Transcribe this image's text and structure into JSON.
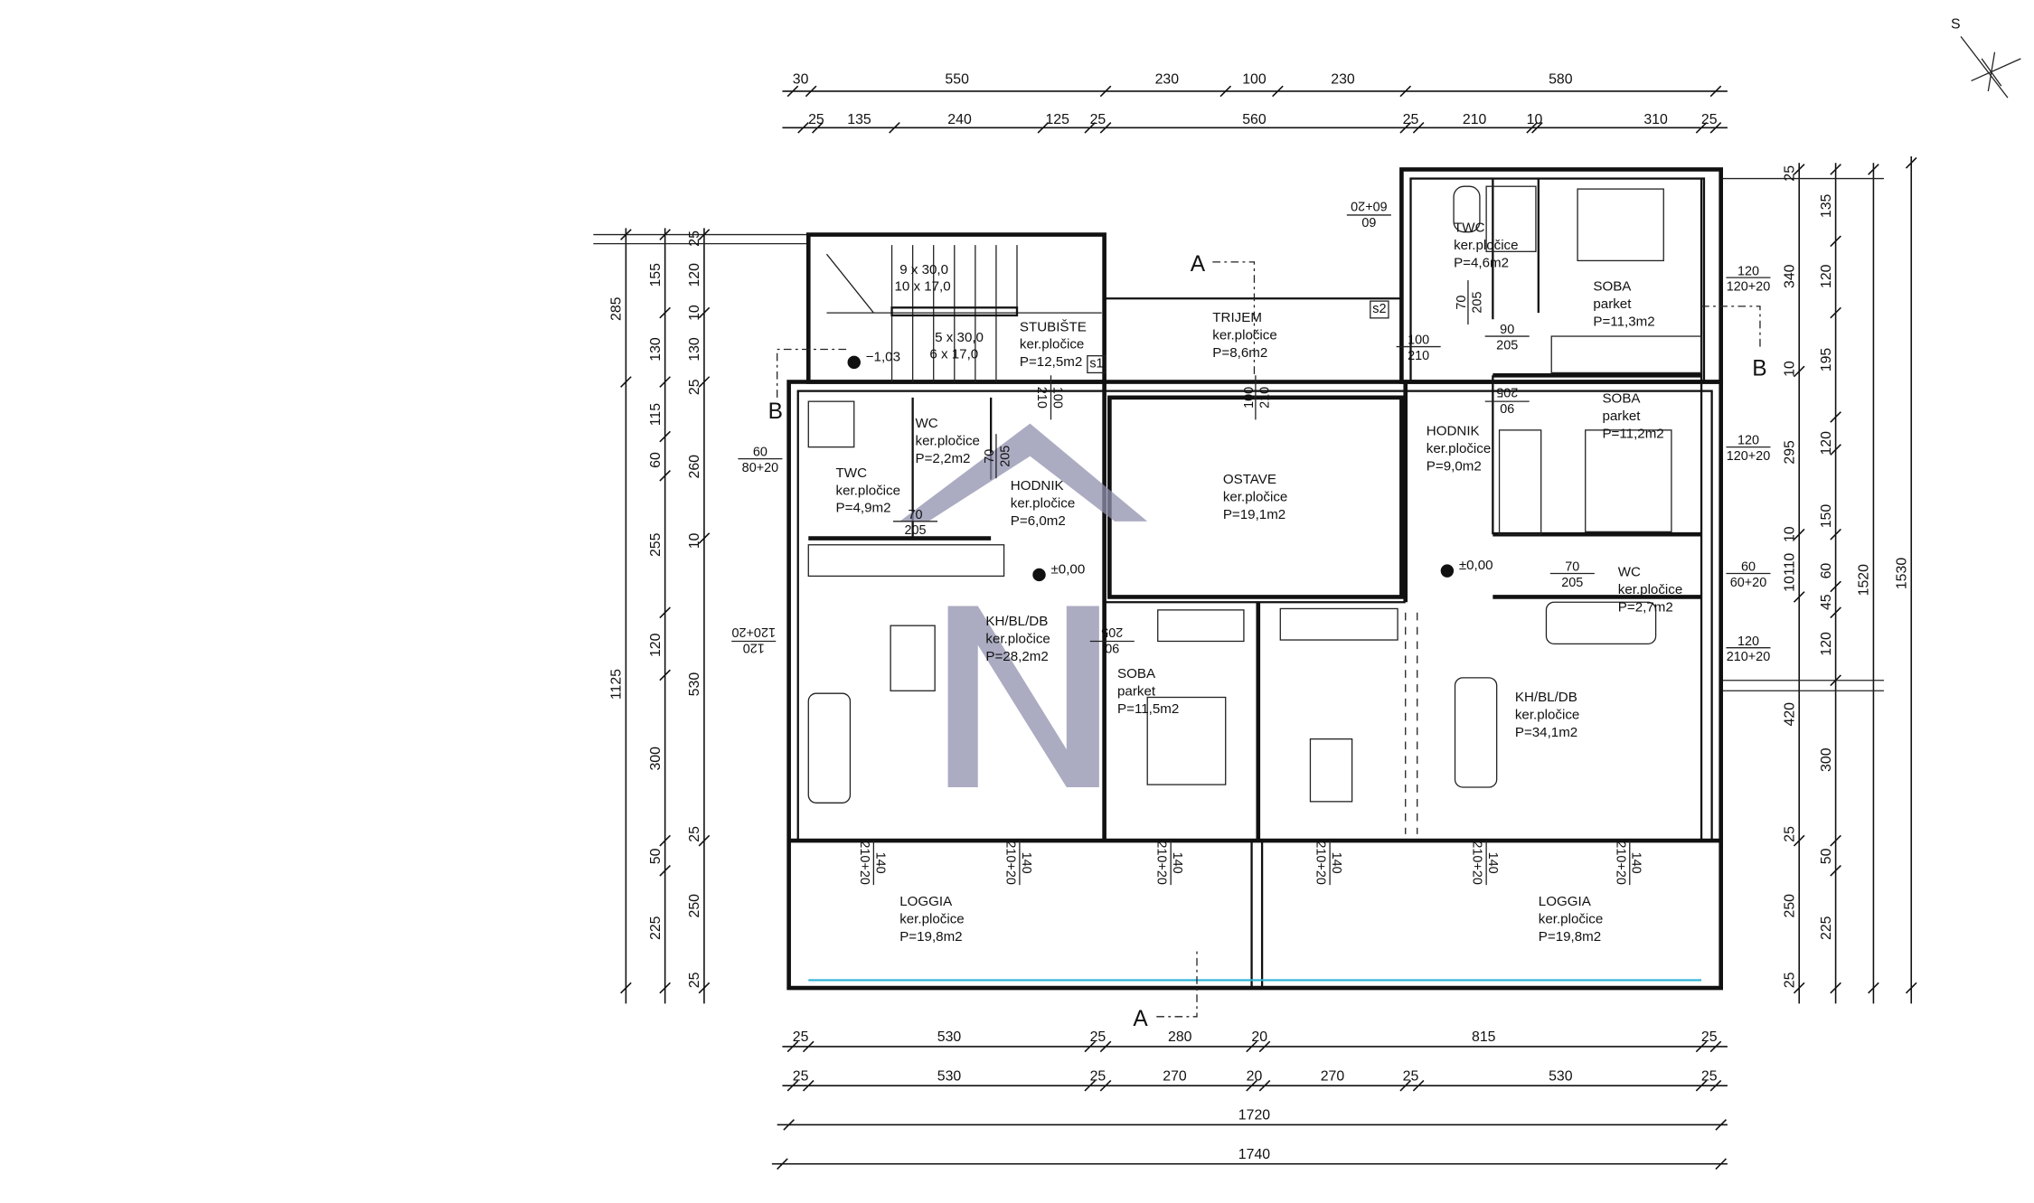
{
  "compass": {
    "label": "S"
  },
  "dimensions": {
    "top_row1": [
      "30",
      "550",
      "230",
      "100",
      "230",
      "580"
    ],
    "top_row2": [
      "25",
      "135",
      "240",
      "125",
      "25",
      "560",
      "25",
      "210",
      "10",
      "310",
      "25"
    ],
    "bottom_row1": [
      "25",
      "530",
      "25",
      "280",
      "20",
      "815",
      "25"
    ],
    "bottom_row2": [
      "25",
      "530",
      "25",
      "270",
      "20",
      "270",
      "25",
      "530",
      "25"
    ],
    "total_inner": "1720",
    "total_outer": "1740",
    "left_col1": [
      "285",
      "1125"
    ],
    "left_col2": [
      "155",
      "130",
      "115",
      "60",
      "255",
      "120",
      "300",
      "50",
      "225"
    ],
    "left_col3": [
      "25",
      "120",
      "10",
      "130",
      "25",
      "260",
      "10",
      "530",
      "25",
      "250",
      "25"
    ],
    "right_col1": [
      "25",
      "340",
      "10",
      "295",
      "10",
      "110",
      "10",
      "420",
      "25",
      "250",
      "25"
    ],
    "right_col2": [
      "135",
      "120",
      "195",
      "120",
      "150",
      "60",
      "45",
      "120",
      "300",
      "50",
      "225"
    ],
    "right_col3": [
      "1520"
    ],
    "right_col4": [
      "1530"
    ]
  },
  "rooms": [
    {
      "name": "STUBIŠTE",
      "floor": "ker.pločice",
      "area": "P=12,5m2"
    },
    {
      "name": "TRIJEM",
      "floor": "ker.pločice",
      "area": "P=8,6m2"
    },
    {
      "name": "TWC",
      "floor": "ker.pločice",
      "area": "P=4,6m2"
    },
    {
      "name": "SOBA",
      "floor": "parket",
      "area": "P=11,3m2"
    },
    {
      "name": "SOBA",
      "floor": "parket",
      "area": "P=11,2m2"
    },
    {
      "name": "HODNIK",
      "floor": "ker.pločice",
      "area": "P=9,0m2"
    },
    {
      "name": "OSTAVE",
      "floor": "ker.pločice",
      "area": "P=19,1m2"
    },
    {
      "name": "WC",
      "floor": "ker.pločice",
      "area": "P=2,2m2"
    },
    {
      "name": "TWC",
      "floor": "ker.pločice",
      "area": "P=4,9m2"
    },
    {
      "name": "HODNIK",
      "floor": "ker.pločice",
      "area": "P=6,0m2"
    },
    {
      "name": "KH/BL/DB",
      "floor": "ker.pločice",
      "area": "P=28,2m2"
    },
    {
      "name": "SOBA",
      "floor": "parket",
      "area": "P=11,5m2"
    },
    {
      "name": "KH/BL/DB",
      "floor": "ker.pločice",
      "area": "P=34,1m2"
    },
    {
      "name": "WC",
      "floor": "ker.pločice",
      "area": "P=2,7m2"
    },
    {
      "name": "LOGGIA",
      "floor": "ker.pločice",
      "area": "P=19,8m2"
    },
    {
      "name": "LOGGIA",
      "floor": "ker.pločice",
      "area": "P=19,8m2"
    }
  ],
  "openings": [
    {
      "top": "60",
      "bottom": "60+20"
    },
    {
      "top": "70",
      "bottom": "205"
    },
    {
      "top": "90",
      "bottom": "205"
    },
    {
      "top": "100",
      "bottom": "210"
    },
    {
      "top": "100",
      "bottom": "210"
    },
    {
      "top": "100",
      "bottom": "210"
    },
    {
      "top": "90",
      "bottom": "205"
    },
    {
      "top": "120",
      "bottom": "120+20"
    },
    {
      "top": "120",
      "bottom": "120+20"
    },
    {
      "top": "60",
      "bottom": "80+20"
    },
    {
      "top": "70",
      "bottom": "205"
    },
    {
      "top": "70",
      "bottom": "205"
    },
    {
      "top": "70",
      "bottom": "205"
    },
    {
      "top": "60",
      "bottom": "60+20"
    },
    {
      "top": "120",
      "bottom": "120+20"
    },
    {
      "top": "90",
      "bottom": "205"
    },
    {
      "top": "120",
      "bottom": "210+20"
    },
    {
      "top": "140",
      "bottom": "210+20"
    },
    {
      "top": "140",
      "bottom": "210+20"
    },
    {
      "top": "140",
      "bottom": "210+20"
    },
    {
      "top": "140",
      "bottom": "210+20"
    },
    {
      "top": "140",
      "bottom": "210+20"
    },
    {
      "top": "140",
      "bottom": "210+20"
    }
  ],
  "stairs": [
    {
      "line1": "9 x 30,0",
      "line2": "10 x 17,0"
    },
    {
      "line1": "5 x 30,0",
      "line2": "6 x 17,0"
    }
  ],
  "levels": [
    "−1,03",
    "±0,00",
    "±0,00"
  ],
  "sections": [
    "A",
    "A",
    "B",
    "B"
  ],
  "tags": [
    "s1",
    "s2"
  ],
  "colors": {
    "walls": "#111111",
    "watermark": "#8f8fae",
    "glazing": "#2bb3d6"
  }
}
